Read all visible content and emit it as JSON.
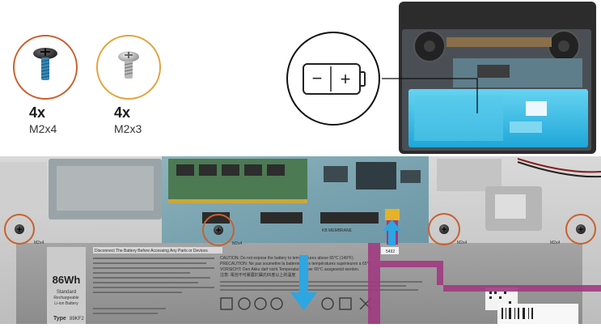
{
  "screws": [
    {
      "count": "4x",
      "size": "M2x4",
      "ring_color": "#c8612e"
    },
    {
      "count": "4x",
      "size": "M2x3",
      "ring_color": "#e2a43a"
    }
  ],
  "battery_icon": {
    "minus": "−",
    "plus": "+"
  },
  "board": {
    "screw_tags": [
      "M2x4",
      "M2x4",
      "M2x4",
      "M2x4"
    ],
    "membrane_label": "KB MEMBRANE",
    "connector_tag": "5492",
    "battery": {
      "capacity": "86Wh",
      "type_line1": "Standard",
      "type_line2": "Rechargeable",
      "type_line3": "Li-ion Battery",
      "type_label": "Type",
      "type_code": "89KF2",
      "warning_title": "Disconnect The Battery Before Accessing Any Parts or Devices",
      "caution_lines": [
        "CAUTION: Do not expose the battery to temperatures above 65°C (149°F).",
        "PRECAUTION: Ne pas soumettre la batterie à des températures supérieures à 65°C.",
        "VORSICHT: Den Akku darf nicht Temperaturen über 65°C ausgesetzt werden.",
        "注意: 電池不可暴露於攝氏65度以上的溫度"
      ]
    }
  },
  "colors": {
    "accent_cyan": "#2fb7e6",
    "arrow_blue": "#2da6e1",
    "screw_ring": "#c8612e",
    "flex_cable": "#b43a8e"
  }
}
